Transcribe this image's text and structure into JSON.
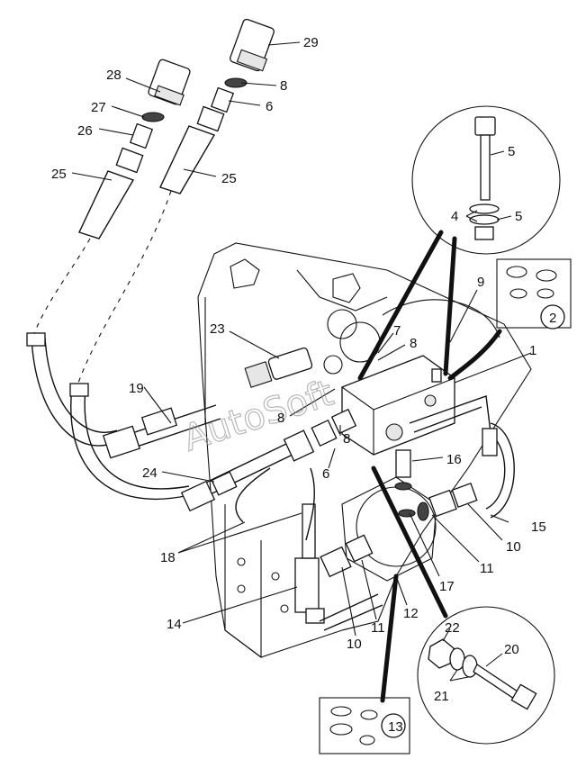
{
  "watermark": "AutoSoft",
  "callouts": [
    {
      "id": "c1",
      "text": "1",
      "name": "callout-1-valve-block"
    },
    {
      "id": "c2",
      "text": "2",
      "name": "callout-2-seal-kit"
    },
    {
      "id": "c4",
      "text": "4",
      "name": "callout-4-washers"
    },
    {
      "id": "c5a",
      "text": "5",
      "name": "callout-5-bolt"
    },
    {
      "id": "c5b",
      "text": "5",
      "name": "callout-5-nut"
    },
    {
      "id": "c6a",
      "text": "6",
      "name": "callout-6-adapter-upper"
    },
    {
      "id": "c6b",
      "text": "6",
      "name": "callout-6-adapter-lower"
    },
    {
      "id": "c7",
      "text": "7",
      "name": "callout-7-adapter"
    },
    {
      "id": "c8a",
      "text": "8",
      "name": "callout-8-oring-upper"
    },
    {
      "id": "c8b",
      "text": "8",
      "name": "callout-8-oring-block"
    },
    {
      "id": "c8c",
      "text": "8",
      "name": "callout-8-oring-left"
    },
    {
      "id": "c8d",
      "text": "8",
      "name": "callout-8-oring-lower"
    },
    {
      "id": "c9",
      "text": "9",
      "name": "callout-9-bolt"
    },
    {
      "id": "c10a",
      "text": "10",
      "name": "callout-10-elbow-right"
    },
    {
      "id": "c10b",
      "text": "10",
      "name": "callout-10-elbow-lower"
    },
    {
      "id": "c11a",
      "text": "11",
      "name": "callout-11-oring-right"
    },
    {
      "id": "c11b",
      "text": "11",
      "name": "callout-11-oring-lower"
    },
    {
      "id": "c12",
      "text": "12",
      "name": "callout-12-spacer"
    },
    {
      "id": "c13",
      "text": "13",
      "name": "callout-13-seal-kit"
    },
    {
      "id": "c14",
      "text": "14",
      "name": "callout-14-tee"
    },
    {
      "id": "c15",
      "text": "15",
      "name": "callout-15-tube"
    },
    {
      "id": "c16",
      "text": "16",
      "name": "callout-16-adapter"
    },
    {
      "id": "c17",
      "text": "17",
      "name": "callout-17-oring"
    },
    {
      "id": "c18",
      "text": "18",
      "name": "callout-18-tubes"
    },
    {
      "id": "c19",
      "text": "19",
      "name": "callout-19-fitting"
    },
    {
      "id": "c20",
      "text": "20",
      "name": "callout-20-bolt"
    },
    {
      "id": "c21",
      "text": "21",
      "name": "callout-21-washers"
    },
    {
      "id": "c22",
      "text": "22",
      "name": "callout-22-nut"
    },
    {
      "id": "c23",
      "text": "23",
      "name": "callout-23-elbow"
    },
    {
      "id": "c24",
      "text": "24",
      "name": "callout-24-fitting"
    },
    {
      "id": "c25a",
      "text": "25",
      "name": "callout-25-hose-left"
    },
    {
      "id": "c25b",
      "text": "25",
      "name": "callout-25-hose-right"
    },
    {
      "id": "c26",
      "text": "26",
      "name": "callout-26-adapter"
    },
    {
      "id": "c27",
      "text": "27",
      "name": "callout-27-oring"
    },
    {
      "id": "c28",
      "text": "28",
      "name": "callout-28-coupler-left"
    },
    {
      "id": "c29",
      "text": "29",
      "name": "callout-29-coupler-right"
    }
  ]
}
